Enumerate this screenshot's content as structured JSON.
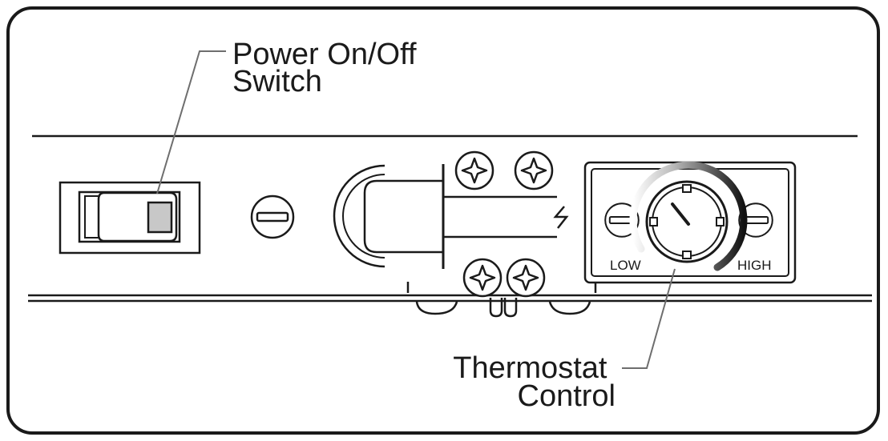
{
  "labels": {
    "power_switch_line1": "Power On/Off",
    "power_switch_line2": "Switch",
    "thermostat_line1": "Thermostat",
    "thermostat_line2": "Control",
    "dial_low": "LOW",
    "dial_high": "HIGH"
  },
  "icons": {
    "slotted_screw": "slotted-screw-icon",
    "phillips_screw": "phillips-screw-icon",
    "rocker_switch": "rocker-switch-icon",
    "thermostat_knob": "thermostat-knob-icon"
  },
  "colors": {
    "ink": "#1a1a1a",
    "leader": "#6e6e6e",
    "switch_indicator": "#c8c8c8",
    "background": "#ffffff"
  }
}
